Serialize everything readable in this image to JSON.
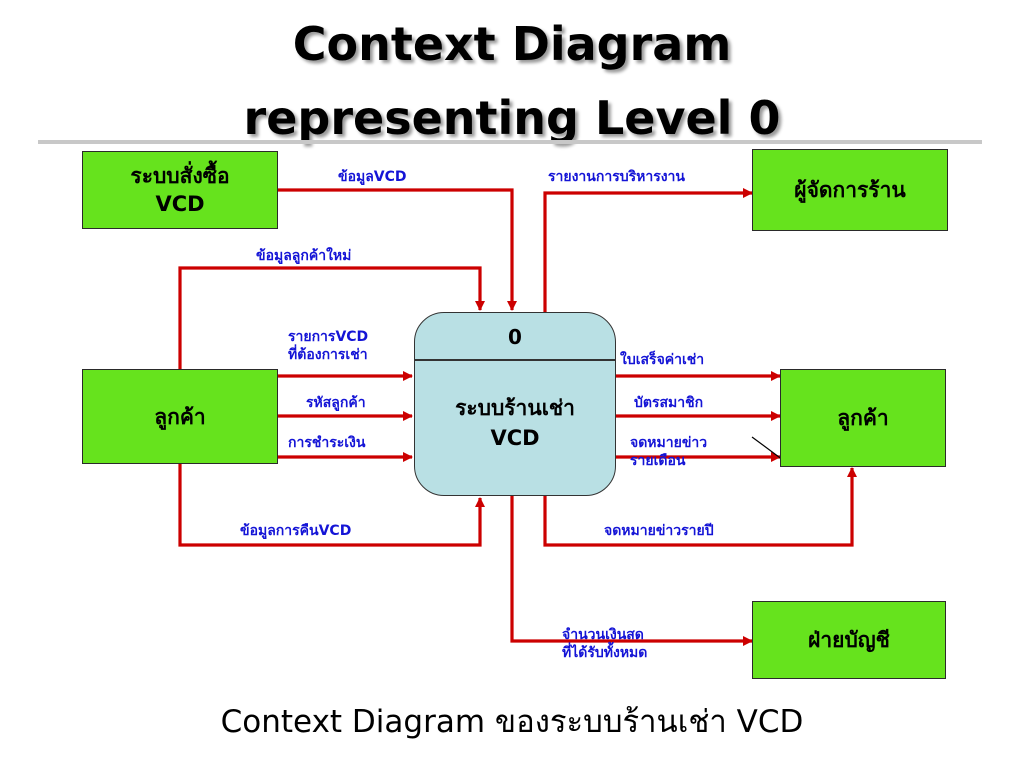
{
  "title": {
    "line1": "Context Diagram",
    "line2": "representing Level 0"
  },
  "process": {
    "id": "0",
    "name_line1": "ระบบร้านเช่า",
    "name_line2": "VCD"
  },
  "entities": {
    "purchase_system": {
      "line1": "ระบบสั่งซื้อ",
      "line2": "VCD"
    },
    "customer_left": "ลูกค้า",
    "store_manager": "ผู้จัดการร้าน",
    "customer_right": "ลูกค้า",
    "accounting": "ฝ่ายบัญชี"
  },
  "flows": {
    "vcd_info": "ข้อมูลVCD",
    "management_report": "รายงานการบริหารงาน",
    "new_customer_info": "ข้อมูลลูกค้าใหม่",
    "vcd_list_line1": "รายการVCD",
    "vcd_list_line2": "ที่ต้องการเช่า",
    "customer_code": "รหัสลูกค้า",
    "payment": "การชำระเงิน",
    "rental_receipt": "ใบเสร็จค่าเช่า",
    "member_card": "บัตรสมาชิก",
    "newsletter_monthly_line1": "จดหมายข่าว",
    "newsletter_monthly_line2": "รายเดือน",
    "vcd_return_info": "ข้อมูลการคืนVCD",
    "newsletter_yearly": "จดหมายข่าวรายปี",
    "cash_total_line1": "จำนวนเงินสด",
    "cash_total_line2": "ที่ได้รับทั้งหมด"
  },
  "caption": "Context Diagram ของระบบร้านเช่า VCD",
  "colors": {
    "entity_fill": "#66e31d",
    "process_fill": "#b9e0e4",
    "flow_line": "#cc0000",
    "flow_label": "#1414d6"
  }
}
